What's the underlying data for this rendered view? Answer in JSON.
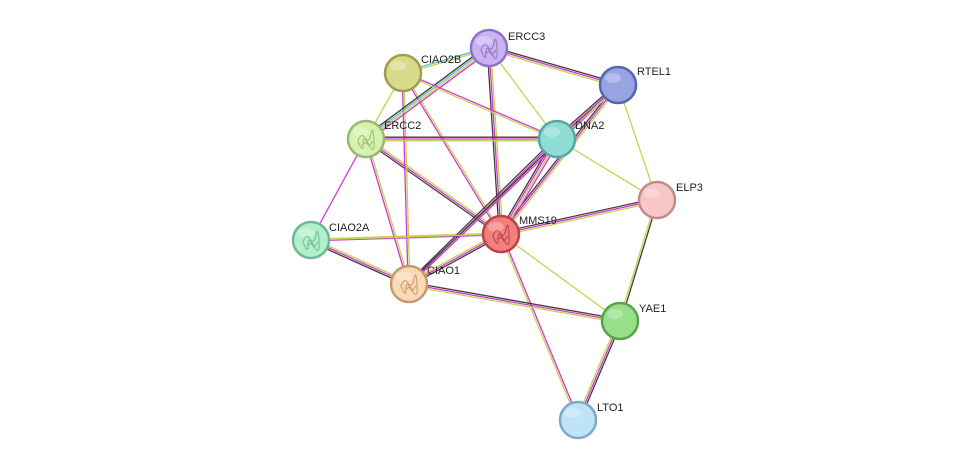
{
  "network": {
    "nodes": [
      {
        "id": "ERCC3",
        "label": "ERCC3",
        "fill": "#cbb3f2",
        "stroke": "#8e74c6",
        "structure": true
      },
      {
        "id": "CIAO2B",
        "label": "CIAO2B",
        "fill": "#d9d98a",
        "stroke": "#9e9e4e",
        "structure": false
      },
      {
        "id": "RTEL1",
        "label": "RTEL1",
        "fill": "#97a3e3",
        "stroke": "#5565b0",
        "structure": false
      },
      {
        "id": "ERCC2",
        "label": "ERCC2",
        "fill": "#d6f2b0",
        "stroke": "#98b974",
        "structure": true
      },
      {
        "id": "DNA2",
        "label": "DNA2",
        "fill": "#8fdcd4",
        "stroke": "#56a79f",
        "structure": false
      },
      {
        "id": "ELP3",
        "label": "ELP3",
        "fill": "#f7c7c7",
        "stroke": "#c28b8b",
        "structure": false
      },
      {
        "id": "MMS19",
        "label": "MMS19",
        "fill": "#f27e7e",
        "stroke": "#b84444",
        "structure": true
      },
      {
        "id": "CIAO2A",
        "label": "CIAO2A",
        "fill": "#b2f0cc",
        "stroke": "#6fb893",
        "structure": true
      },
      {
        "id": "CIAO1",
        "label": "CIAO1",
        "fill": "#fbd9b8",
        "stroke": "#c49a6e",
        "structure": true
      },
      {
        "id": "YAE1",
        "label": "YAE1",
        "fill": "#98df8a",
        "stroke": "#58a34a",
        "structure": false
      },
      {
        "id": "LTO1",
        "label": "LTO1",
        "fill": "#bfe4f8",
        "stroke": "#7aaac6",
        "structure": false
      }
    ],
    "edges": [
      {
        "source": "MMS19",
        "target": "ERCC3",
        "colors": [
          "#3d3d3d",
          "#d633d6",
          "#c0d64a"
        ]
      },
      {
        "source": "MMS19",
        "target": "CIAO2B",
        "colors": [
          "#d633d6",
          "#c0d64a"
        ]
      },
      {
        "source": "MMS19",
        "target": "RTEL1",
        "colors": [
          "#3d3d3d",
          "#d633d6",
          "#c0d64a"
        ]
      },
      {
        "source": "MMS19",
        "target": "ERCC2",
        "colors": [
          "#3d3d3d",
          "#d633d6",
          "#c0d64a"
        ]
      },
      {
        "source": "MMS19",
        "target": "DNA2",
        "colors": [
          "#3d3d3d",
          "#d633d6",
          "#c0d64a",
          "#d633d6"
        ]
      },
      {
        "source": "MMS19",
        "target": "ELP3",
        "colors": [
          "#3d3d3d",
          "#d633d6",
          "#c0d64a"
        ]
      },
      {
        "source": "MMS19",
        "target": "CIAO2A",
        "colors": [
          "#d633d6",
          "#c0d64a"
        ]
      },
      {
        "source": "MMS19",
        "target": "CIAO1",
        "colors": [
          "#3d3d3d",
          "#d633d6",
          "#c0d64a"
        ]
      },
      {
        "source": "MMS19",
        "target": "YAE1",
        "colors": [
          "#c0d64a"
        ]
      },
      {
        "source": "MMS19",
        "target": "LTO1",
        "colors": [
          "#d633d6",
          "#c0d64a"
        ]
      },
      {
        "source": "CIAO1",
        "target": "DNA2",
        "colors": [
          "#3d3d3d",
          "#d633d6",
          "#c0d64a"
        ]
      },
      {
        "source": "CIAO1",
        "target": "RTEL1",
        "colors": [
          "#3d3d3d",
          "#d633d6"
        ]
      },
      {
        "source": "CIAO1",
        "target": "ERCC2",
        "colors": [
          "#d633d6",
          "#c0d64a"
        ]
      },
      {
        "source": "CIAO1",
        "target": "CIAO2B",
        "colors": [
          "#d633d6",
          "#c0d64a"
        ]
      },
      {
        "source": "CIAO1",
        "target": "CIAO2A",
        "colors": [
          "#3d3d3d",
          "#d633d6",
          "#c0d64a"
        ]
      },
      {
        "source": "CIAO1",
        "target": "YAE1",
        "colors": [
          "#3d3d3d",
          "#d633d6",
          "#c0d64a"
        ]
      },
      {
        "source": "ERCC2",
        "target": "ERCC3",
        "colors": [
          "#3d3d3d",
          "#55bfd6",
          "#c0d64a",
          "#d633d6"
        ]
      },
      {
        "source": "ERCC2",
        "target": "DNA2",
        "colors": [
          "#3d3d3d",
          "#d633d6",
          "#c0d64a"
        ]
      },
      {
        "source": "ERCC2",
        "target": "CIAO2A",
        "colors": [
          "#d633d6"
        ]
      },
      {
        "source": "ERCC2",
        "target": "CIAO2B",
        "colors": [
          "#c0d64a"
        ]
      },
      {
        "source": "ERCC3",
        "target": "RTEL1",
        "colors": [
          "#3d3d3d",
          "#d633d6",
          "#c0d64a"
        ]
      },
      {
        "source": "ERCC3",
        "target": "DNA2",
        "colors": [
          "#c0d64a"
        ]
      },
      {
        "source": "CIAO2B",
        "target": "DNA2",
        "colors": [
          "#d633d6",
          "#c0d64a"
        ]
      },
      {
        "source": "CIAO2B",
        "target": "ERCC3",
        "colors": [
          "#55bfd6",
          "#c0d64a"
        ]
      },
      {
        "source": "DNA2",
        "target": "RTEL1",
        "colors": [
          "#3d3d3d",
          "#d633d6",
          "#c0d64a"
        ]
      },
      {
        "source": "DNA2",
        "target": "ELP3",
        "colors": [
          "#c0d64a"
        ]
      },
      {
        "source": "RTEL1",
        "target": "ELP3",
        "colors": [
          "#c0d64a"
        ]
      },
      {
        "source": "ELP3",
        "target": "YAE1",
        "colors": [
          "#3d3d3d",
          "#c0d64a"
        ]
      },
      {
        "source": "YAE1",
        "target": "LTO1",
        "colors": [
          "#3d3d3d",
          "#d633d6",
          "#c0d64a"
        ]
      },
      {
        "source": "CIAO2A",
        "target": "MMS19",
        "colors": [
          "#c0d64a"
        ]
      }
    ]
  }
}
